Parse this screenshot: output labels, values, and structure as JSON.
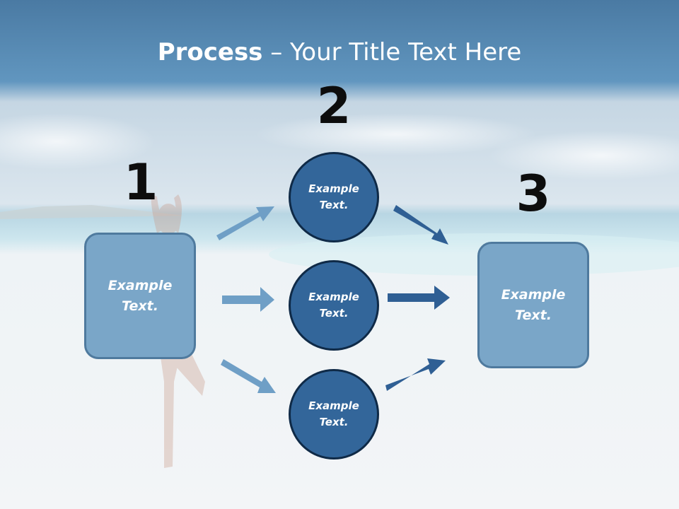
{
  "title": {
    "bold": "Process",
    "rest": " – Your Title Text Here"
  },
  "steps": [
    {
      "number": "1",
      "text": "Example Text."
    },
    {
      "number": "2",
      "items": [
        "Example Text.",
        "Example Text.",
        "Example Text."
      ]
    },
    {
      "number": "3",
      "text": "Example Text."
    }
  ],
  "colors": {
    "header": "#4f7ea7",
    "box_fill": "#7aa6c8",
    "box_border": "#4f7a9e",
    "circle_fill": "#33669a",
    "circle_border": "#0f2a47",
    "arrow_light": "#6f9fc6",
    "arrow_dark": "#2f5f94"
  }
}
